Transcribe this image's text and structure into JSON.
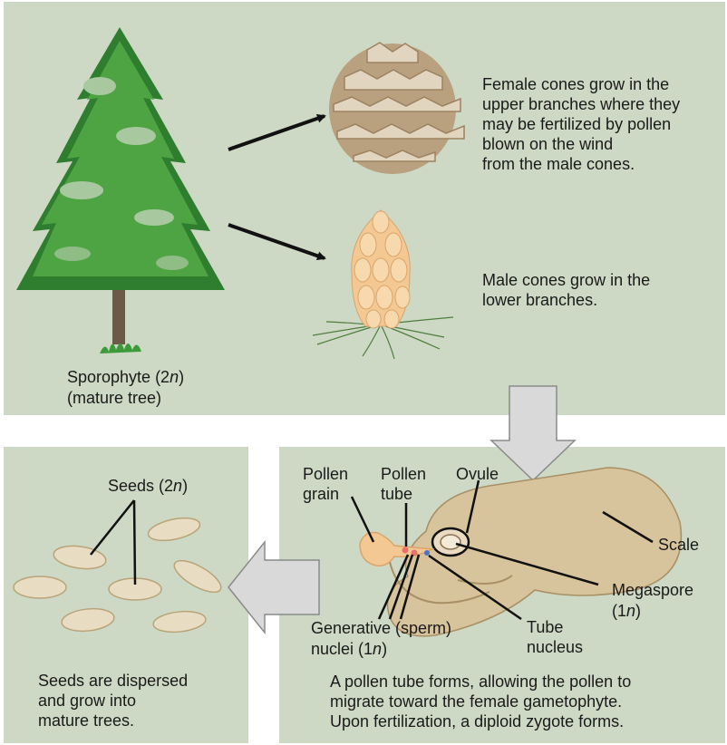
{
  "colors": {
    "panel_bg": "#cdd9c4",
    "page_bg": "#ffffff",
    "tree_green": "#3f8f3a",
    "cone_brown": "#cdb99a",
    "male_cone": "#f3c893",
    "seed": "#e8dcc2",
    "scale": "#d7c39c",
    "arrow_gray": "#d9d9d9"
  },
  "top": {
    "female_text": "Female cones grow in the\nupper branches where they\nmay be fertilized by pollen\nblown on the wind\nfrom the male cones.",
    "male_text": "Male cones grow in the\nlower branches.",
    "sporophyte_pre": "Sporophyte (2",
    "sporophyte_n": "n",
    "sporophyte_post": ")",
    "sporophyte_sub": "(mature tree)"
  },
  "left": {
    "seeds_pre": "Seeds (2",
    "seeds_n": "n",
    "seeds_post": ")",
    "caption": "Seeds are dispersed\nand grow into\nmature trees."
  },
  "right": {
    "pollen_grain": "Pollen\ngrain",
    "pollen_tube": "Pollen\ntube",
    "ovule": "Ovule",
    "scale": "Scale",
    "megaspore_1": "Megaspore",
    "megaspore_pre": "(1",
    "megaspore_n": "n",
    "megaspore_post": ")",
    "generative_1": "Generative (sperm)",
    "generative_pre": "nuclei (1",
    "generative_n": "n",
    "generative_post": ")",
    "tube_nucleus": "Tube\nnucleus",
    "caption": "A pollen tube forms, allowing the pollen to\nmigrate toward the female gametophyte.\nUpon fertilization, a diploid zygote forms."
  }
}
